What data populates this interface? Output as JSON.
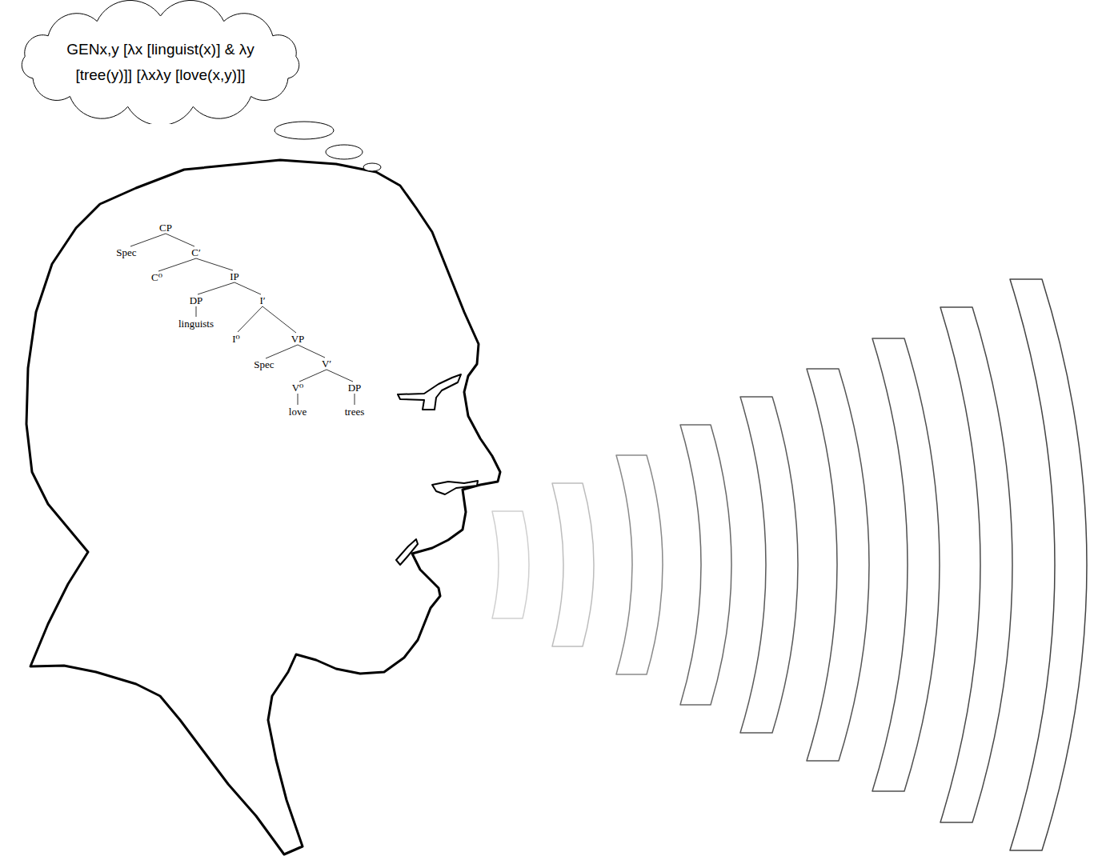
{
  "diagram": {
    "nodes": [
      {
        "text": [
          "GENx,y [λx [linguist(x)] & λy [tree(y)]] [λxλy [love(x,y)]]"
        ]
      }
    ],
    "labels": [
      "CP",
      "Spec",
      "C′",
      "C⁰",
      "IP",
      "DP",
      "linguists",
      "I′",
      "I⁰",
      "VP",
      "Spec",
      "V′",
      "V⁰",
      "DP",
      "love",
      "trees"
    ]
  }
}
